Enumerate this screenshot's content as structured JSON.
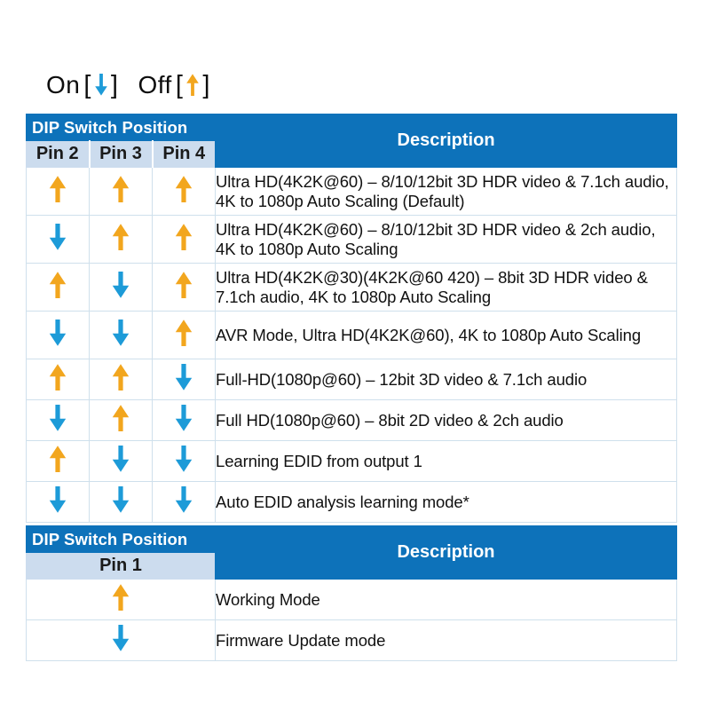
{
  "legend": {
    "on_label": "On",
    "off_label": "Off",
    "on_icon": "arrow-down-icon",
    "off_icon": "arrow-up-icon",
    "bracket_open": "[",
    "bracket_close": "]"
  },
  "colors": {
    "header_blue": "#0d72ba",
    "subheader_blue": "#ccdcee",
    "arrow_up_orange": "#f2a61e",
    "arrow_down_blue": "#1d9bd8",
    "grid_line": "#cfe0ec",
    "text": "#111111"
  },
  "tables": [
    {
      "id": "main-dip-table",
      "group_header": "DIP Switch Position",
      "description_header": "Description",
      "pin_columns": [
        "Pin 2",
        "Pin 3",
        "Pin 4"
      ],
      "rows": [
        {
          "pins": [
            "up",
            "up",
            "up"
          ],
          "description": "Ultra HD(4K2K@60) – 8/10/12bit  3D HDR video & 7.1ch audio, 4K to 1080p  Auto Scaling (Default)",
          "lines": 2
        },
        {
          "pins": [
            "down",
            "up",
            "up"
          ],
          "description": "Ultra HD(4K2K@60) – 8/10/12bit  3D HDR video & 2ch audio, 4K to 1080p  Auto Scaling",
          "lines": 2
        },
        {
          "pins": [
            "up",
            "down",
            "up"
          ],
          "description": "Ultra HD(4K2K@30)(4K2K@60  420) – 8bit 3D HDR video & 7.1ch audio, 4K to 1080p  Auto Scaling",
          "lines": 2
        },
        {
          "pins": [
            "down",
            "down",
            "up"
          ],
          "description": "AVR Mode, Ultra HD(4K2K@60), 4K to 1080p Auto Scaling",
          "lines": 2
        },
        {
          "pins": [
            "up",
            "up",
            "down"
          ],
          "description": "Full-HD(1080p@60) – 12bit 3D video & 7.1ch audio",
          "lines": 1
        },
        {
          "pins": [
            "down",
            "up",
            "down"
          ],
          "description": "Full HD(1080p@60) – 8bit 2D video & 2ch audio",
          "lines": 1
        },
        {
          "pins": [
            "up",
            "down",
            "down"
          ],
          "description": "Learning EDID from output 1",
          "lines": 1
        },
        {
          "pins": [
            "down",
            "down",
            "down"
          ],
          "description": "Auto EDID analysis  learning mode*",
          "lines": 1
        }
      ]
    },
    {
      "id": "pin1-dip-table",
      "group_header": "DIP Switch Position",
      "description_header": "Description",
      "pin_columns": [
        "Pin 1"
      ],
      "rows": [
        {
          "pins": [
            "up"
          ],
          "description": "Working  Mode",
          "lines": 1
        },
        {
          "pins": [
            "down"
          ],
          "description": "Firmware Update mode",
          "lines": 1
        }
      ]
    }
  ]
}
